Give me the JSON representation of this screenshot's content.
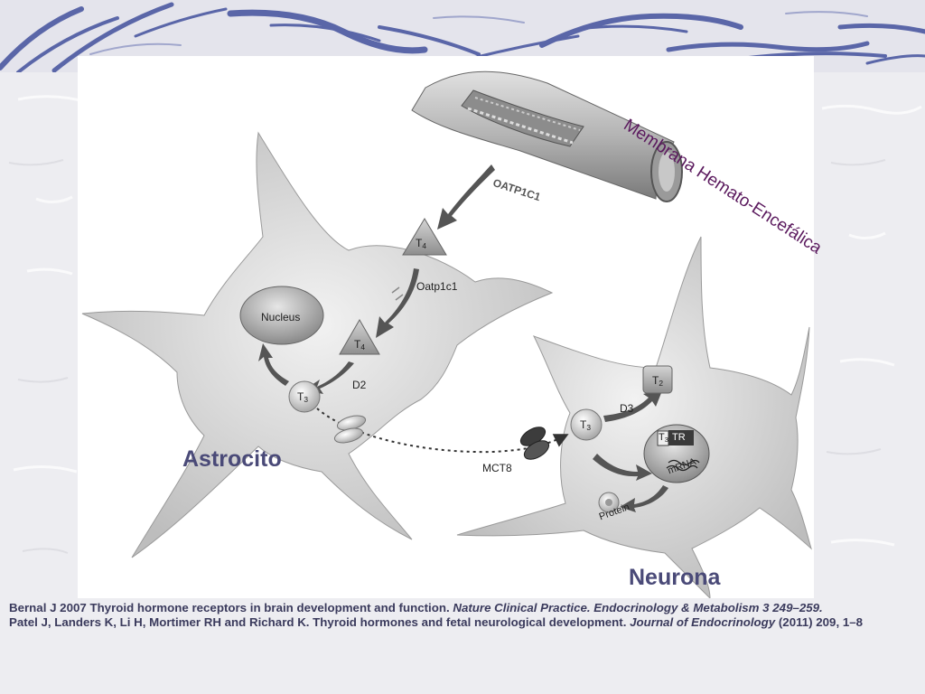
{
  "diagram": {
    "bbb_label": "Membrana Hemato-Encefálica",
    "transporter_oatp1c1_vessel": "OATP1C1",
    "transporter_oatp1c1_astro": "Oatp1c1",
    "hormone_t4": "T",
    "hormone_t3": "T",
    "hormone_t2": "T",
    "sub_4": "4",
    "sub_3": "3",
    "sub_2": "2",
    "nucleus": "Nucleus",
    "enzyme_d2": "D2",
    "enzyme_d3": "D3",
    "receptor_tr": "TR",
    "mrna": "mRNA",
    "protein": "Protein",
    "transporter_mct8": "MCT8",
    "astrocyte_label": "Astrocito",
    "neuron_label": "Neurona"
  },
  "references": [
    {
      "plain": "Bernal J 2007 Thyroid hormone receptors in brain development and function. ",
      "italic": "Nature Clinical Practice. Endocrinology & Metabolism 3 249–259.",
      "tail": ""
    },
    {
      "plain": "Patel J, Landers K, Li H, Mortimer RH and Richard K. Thyroid hormones and fetal neurological development. ",
      "italic": "Journal of Endocrinology",
      "tail": " (2011) 209, 1–8"
    }
  ],
  "colors": {
    "title_label": "#4a4a78",
    "bbb_label": "#5b1a5e",
    "reference_text": "#3a3a5c",
    "wave_blue": "#5a66a8"
  }
}
